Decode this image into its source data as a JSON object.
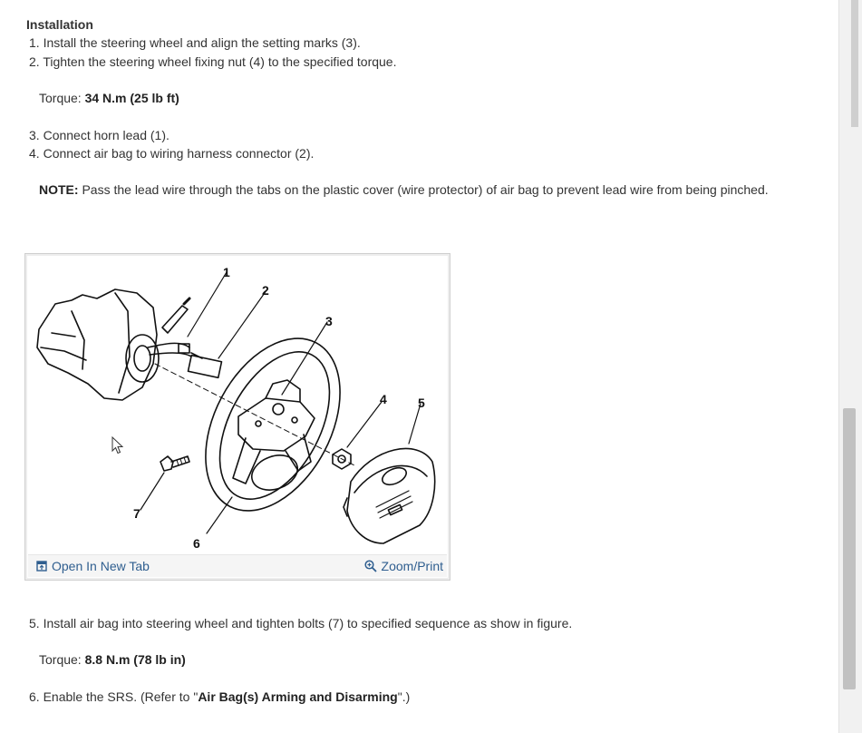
{
  "section": {
    "heading": "Installation"
  },
  "steps": [
    {
      "num": "1.",
      "text": "Install the steering wheel and align the setting marks (3)."
    },
    {
      "num": "2.",
      "text": "Tighten the steering wheel fixing nut (4) to the specified torque."
    },
    {
      "num": "3.",
      "text": "Connect horn lead (1)."
    },
    {
      "num": "4.",
      "text": "Connect air bag to wiring harness connector (2)."
    },
    {
      "num": "5.",
      "text": "Install air bag into steering wheel and tighten bolts (7) to specified sequence as show in figure."
    },
    {
      "num": "6.",
      "text_before": "Enable the SRS. (Refer to \"",
      "link": "Air Bag(s) Arming and Disarming",
      "text_after": "\".)"
    }
  ],
  "torque1": {
    "label": "Torque: ",
    "value": "34 N.m (25 lb ft)"
  },
  "note": {
    "label": "NOTE:",
    "text": " Pass the lead wire through the tabs on the plastic cover (wire protector) of air bag to prevent lead wire from being pinched."
  },
  "torque2": {
    "label": "Torque: ",
    "value": "8.8 N.m (78 lb in)"
  },
  "figure": {
    "callouts": [
      "1",
      "2",
      "3",
      "4",
      "5",
      "6",
      "7"
    ],
    "open_new_tab": "Open In New Tab",
    "zoom_print": "Zoom/Print"
  }
}
